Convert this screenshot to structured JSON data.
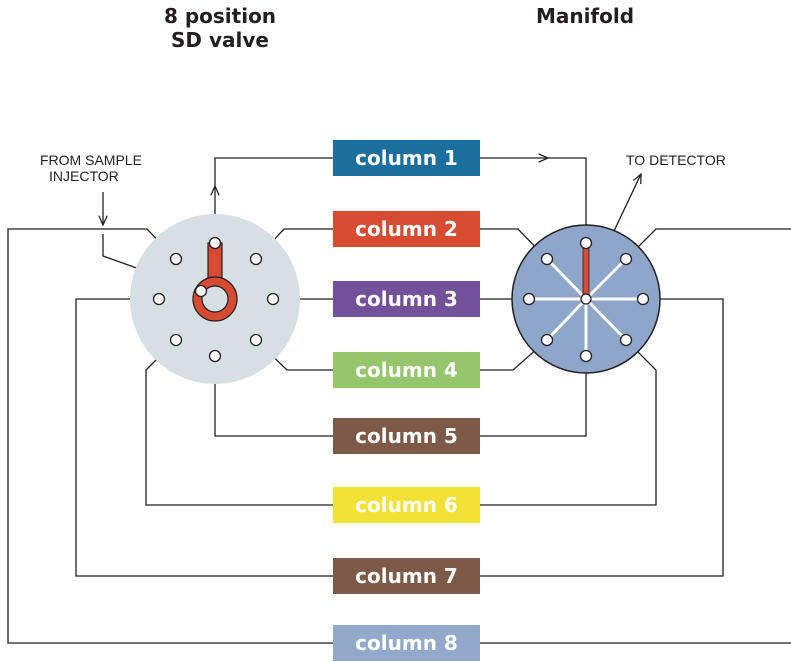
{
  "titles": {
    "valve_line1": "8 position",
    "valve_line2": "SD valve",
    "manifold": "Manifold"
  },
  "annotations": {
    "from_line1": "FROM SAMPLE",
    "from_line2": "INJECTOR",
    "to_detector": "TO DETECTOR"
  },
  "columns": [
    {
      "label": "column 1",
      "color": "#1a6f9e"
    },
    {
      "label": "column 2",
      "color": "#d64b32"
    },
    {
      "label": "column 3",
      "color": "#73509a"
    },
    {
      "label": "column 4",
      "color": "#95c66b"
    },
    {
      "label": "column 5",
      "color": "#7d5a48"
    },
    {
      "label": "column 6",
      "color": "#f3e236"
    },
    {
      "label": "column 7",
      "color": "#7d5a48"
    },
    {
      "label": "column 8",
      "color": "#93a9cc"
    }
  ],
  "colors": {
    "valve_body": "#d6dfe4",
    "manifold_body": "#8ea6c9",
    "rotor": "#d64b32",
    "line": "#231f20"
  }
}
